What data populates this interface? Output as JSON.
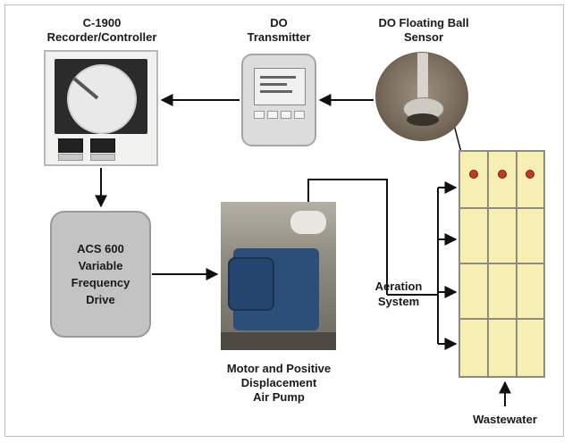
{
  "components": {
    "recorder": {
      "label_line1": "C-1900",
      "label_line2": "Recorder/Controller"
    },
    "transmitter": {
      "label_line1": "DO",
      "label_line2": "Transmitter"
    },
    "sensor": {
      "label_line1": "DO Floating Ball",
      "label_line2": "Sensor"
    },
    "vfd": {
      "line1": "ACS 600",
      "line2": "Variable",
      "line3": "Frequency",
      "line4": "Drive"
    },
    "pump": {
      "label_line1": "Motor and Positive",
      "label_line2": "Displacement",
      "label_line3": "Air Pump"
    },
    "aeration": {
      "label_line1": "Aeration",
      "label_line2": "System"
    },
    "wastewater": {
      "label": "Wastewater"
    }
  },
  "colors": {
    "tank_fill": "#f7efb1",
    "vfd_fill": "#c3c3c3",
    "sensor_dot": "#c03a2b",
    "arrow": "#111111"
  }
}
